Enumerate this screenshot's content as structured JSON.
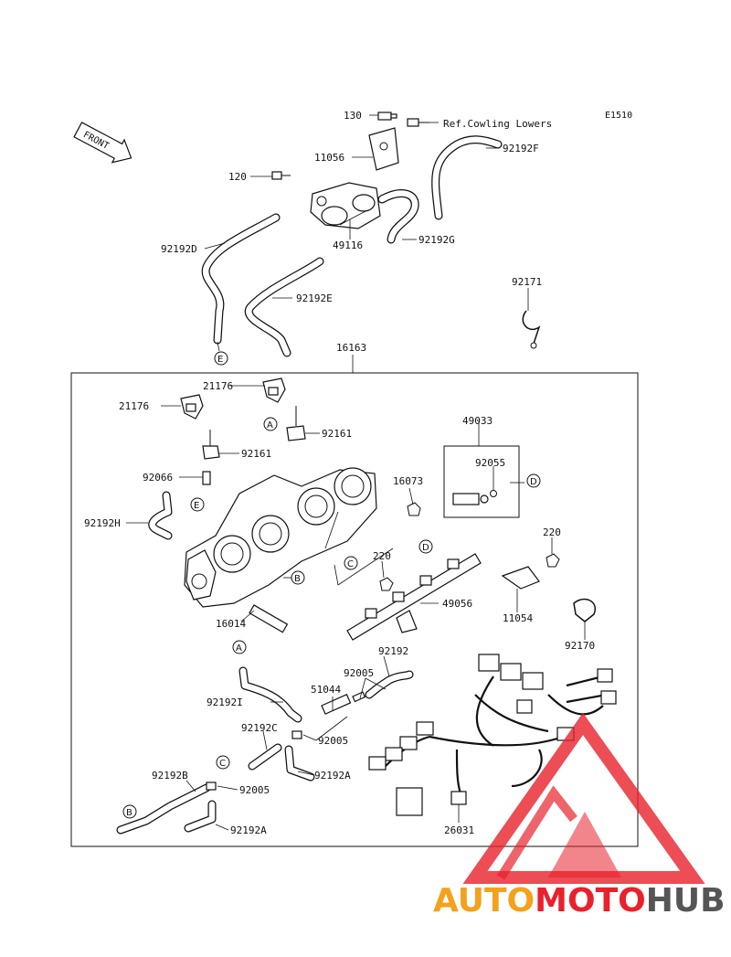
{
  "diagram_code": "E1510",
  "front_label": "FRONT",
  "ref_note": "Ref.Cowling Lowers",
  "parts": {
    "p130": "130",
    "p120": "120",
    "p11056": "11056",
    "p49116": "49116",
    "p92192F": "92192F",
    "p92192G": "92192G",
    "p92192D": "92192D",
    "p92192E": "92192E",
    "p92171": "92171",
    "p16163": "16163",
    "p21176a": "21176",
    "p21176b": "21176",
    "p92161a": "92161",
    "p92161b": "92161",
    "p92066": "92066",
    "p92192H": "92192H",
    "p49033": "49033",
    "p92055": "92055",
    "p16073": "16073",
    "p220a": "220",
    "p220b": "220",
    "p49056": "49056",
    "p11054": "11054",
    "p16014": "16014",
    "p92170": "92170",
    "p92192": "92192",
    "p92192I": "92192I",
    "p92005a": "92005",
    "p51044": "51044",
    "p92005b": "92005",
    "p92192C": "92192C",
    "p92192A1": "92192A",
    "p92192B": "92192B",
    "p92005c": "92005",
    "p92192A2": "92192A",
    "p26031": "26031"
  },
  "markers": {
    "E_top": "E",
    "A_top": "A",
    "E_left": "E",
    "C_mid": "C",
    "B_mid": "B",
    "D_fuel": "D",
    "D_inj": "D",
    "A_low": "A",
    "C_low": "C",
    "B_low": "B"
  },
  "watermark": {
    "part1": "AUTO",
    "part2": "MOTO",
    "part3": "HUB",
    "color1": "#f4a11c",
    "color2": "#e8212b",
    "color3": "#555555"
  }
}
